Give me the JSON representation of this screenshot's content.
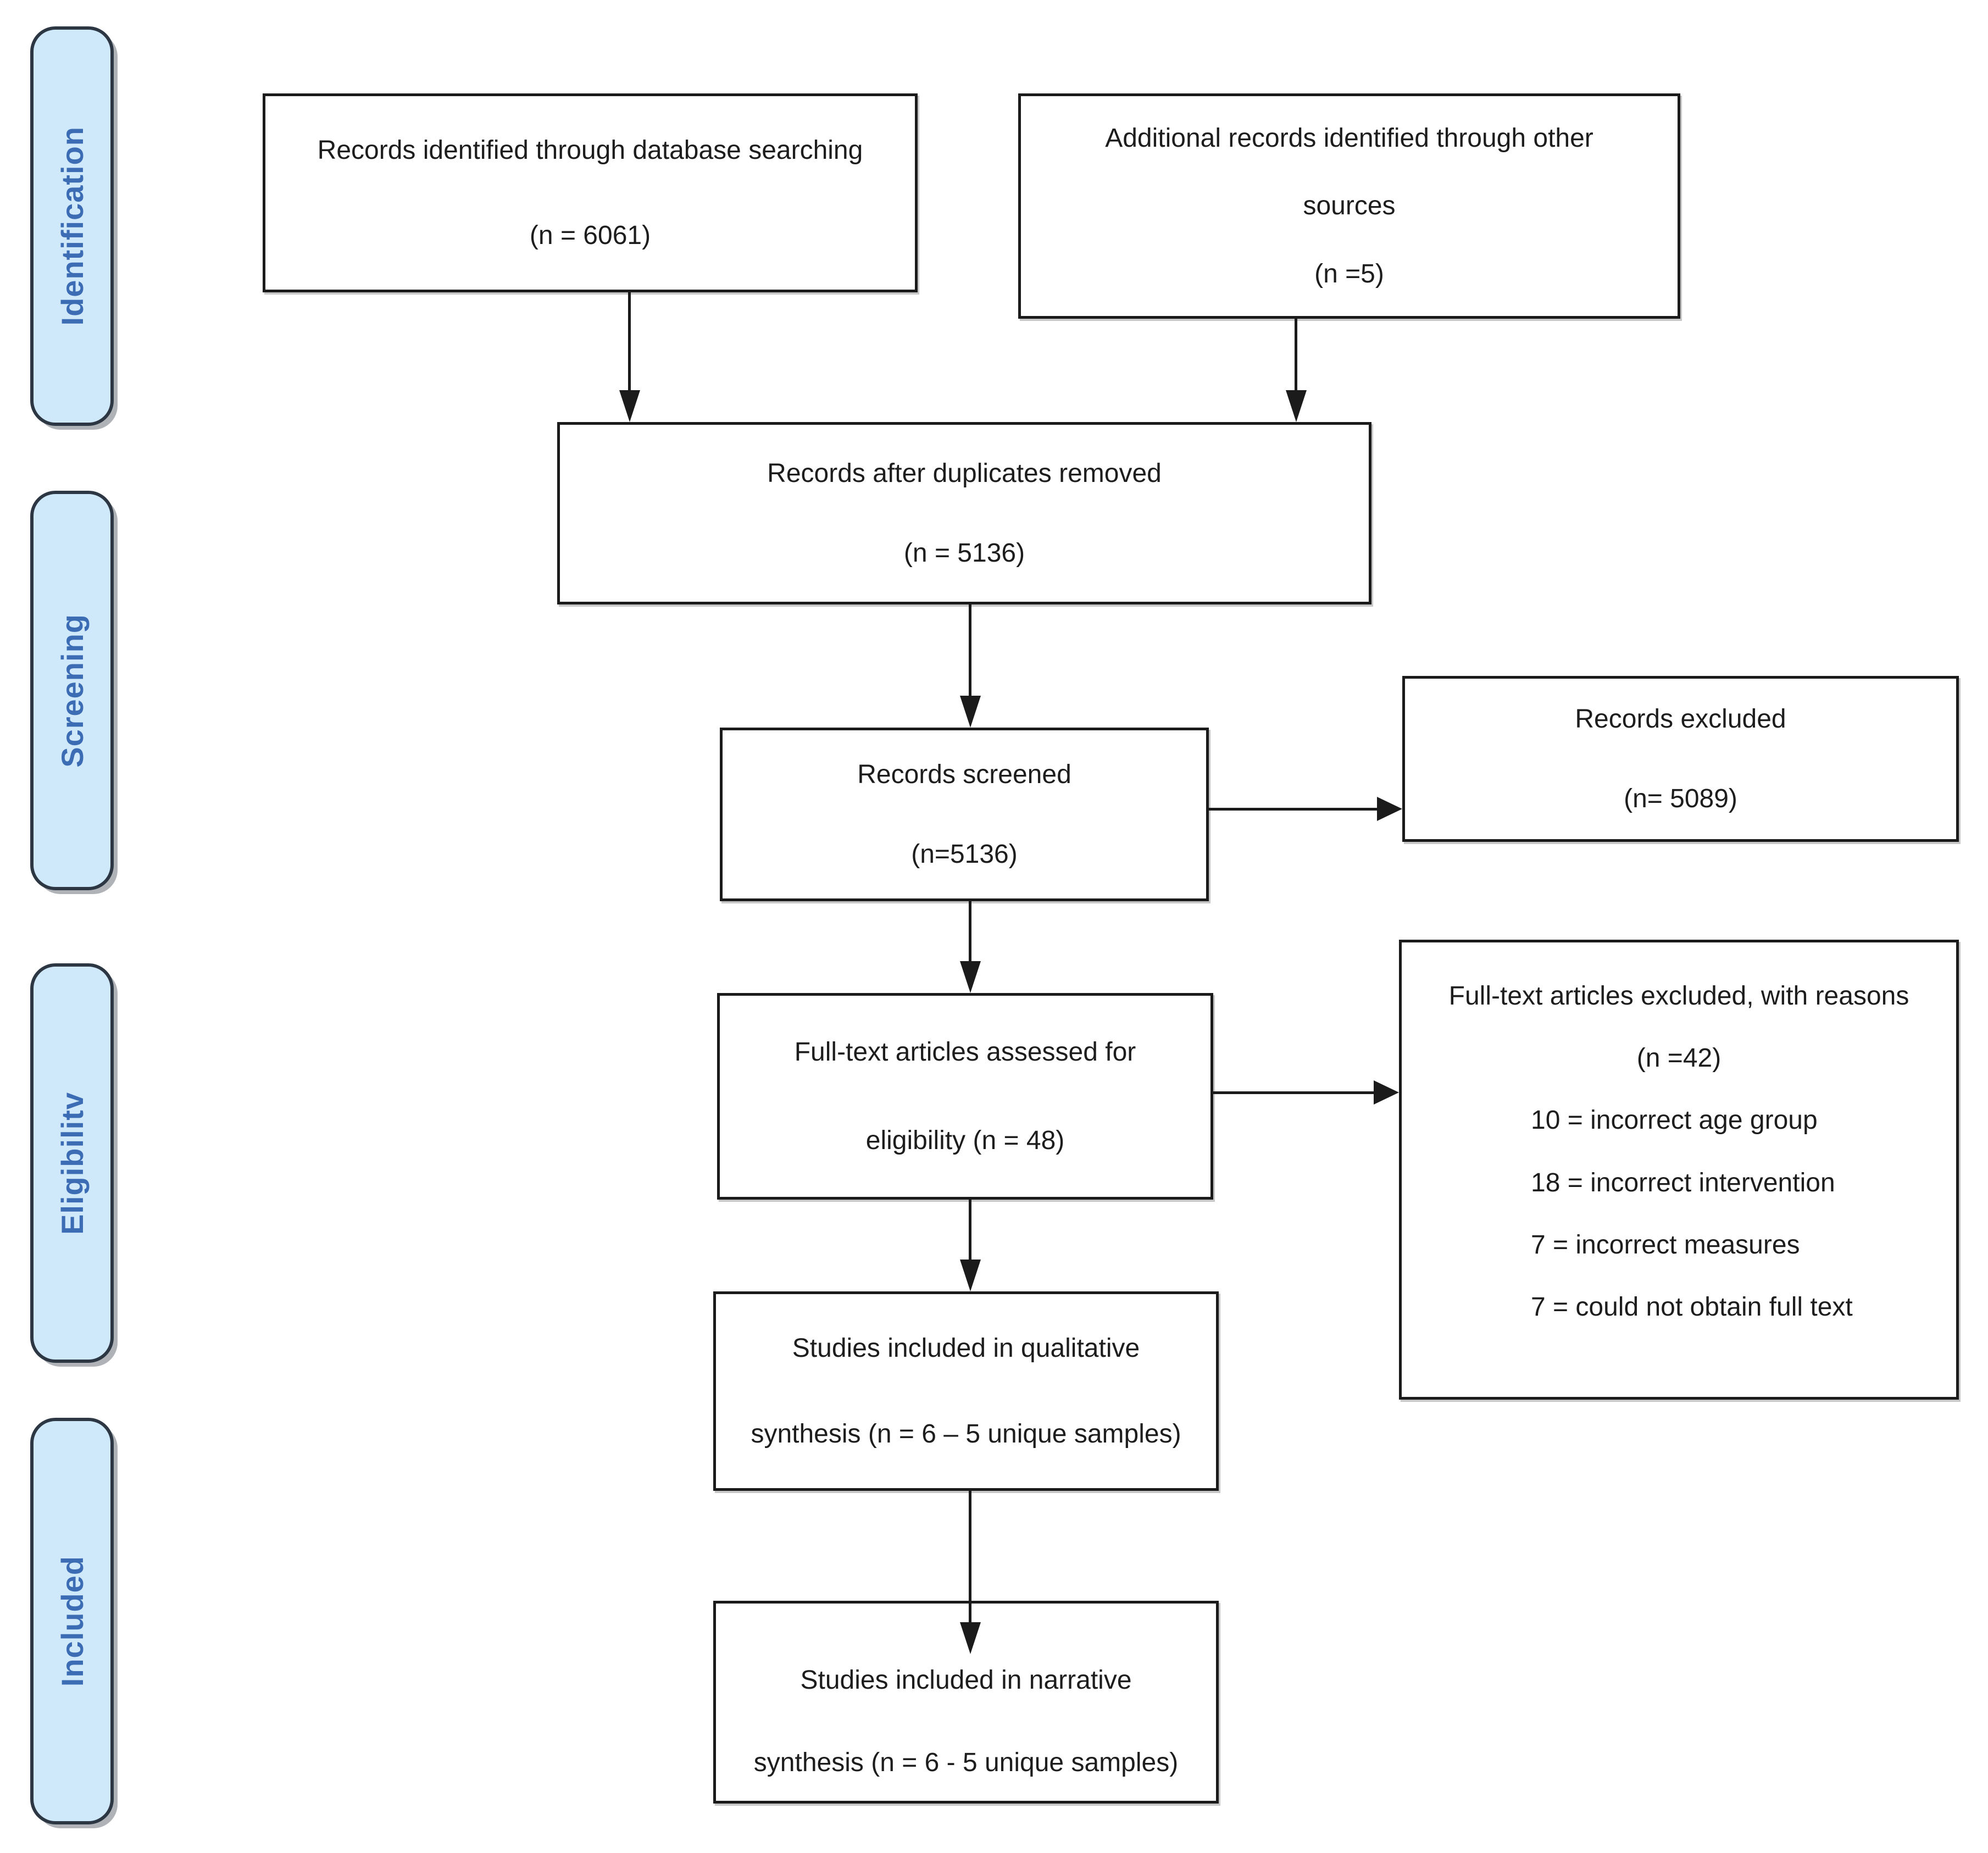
{
  "colors": {
    "background": "#ffffff",
    "stage_fill": "#cfe9fb",
    "stage_border": "#2c3743",
    "stage_text": "#3c6cb4",
    "box_border": "#1b1b1b",
    "box_text": "#1d1d1d",
    "arrow": "#1b1b1b"
  },
  "stages": [
    {
      "label": "Identification"
    },
    {
      "label": "Screening"
    },
    {
      "label": "Eligibilitv"
    },
    {
      "label": "Included"
    }
  ],
  "boxes": {
    "db_search": {
      "lines": [
        "Records identified through database searching",
        "(n = 6061)"
      ]
    },
    "other_sources": {
      "lines": [
        "Additional records identified through other",
        "sources",
        "(n =5)"
      ]
    },
    "duplicates_removed": {
      "lines": [
        "Records after duplicates removed",
        "(n = 5136)"
      ]
    },
    "screened": {
      "lines": [
        "Records screened",
        "(n=5136)"
      ]
    },
    "excluded": {
      "lines": [
        "Records excluded",
        "(n= 5089)"
      ]
    },
    "full_text": {
      "lines": [
        "Full-text articles assessed for",
        "eligibility (n = 48)"
      ]
    },
    "full_text_excluded": {
      "title": "Full-text articles excluded, with reasons",
      "count": "(n =42)",
      "reasons": [
        "10 = incorrect age group",
        "18 = incorrect intervention",
        "7 = incorrect measures",
        "7 = could not obtain full text"
      ]
    },
    "qualitative": {
      "lines": [
        "Studies included in qualitative",
        "synthesis (n = 6 – 5 unique samples)"
      ]
    },
    "narrative": {
      "lines": [
        "Studies included in narrative",
        "synthesis (n = 6 - 5 unique samples)"
      ]
    }
  }
}
